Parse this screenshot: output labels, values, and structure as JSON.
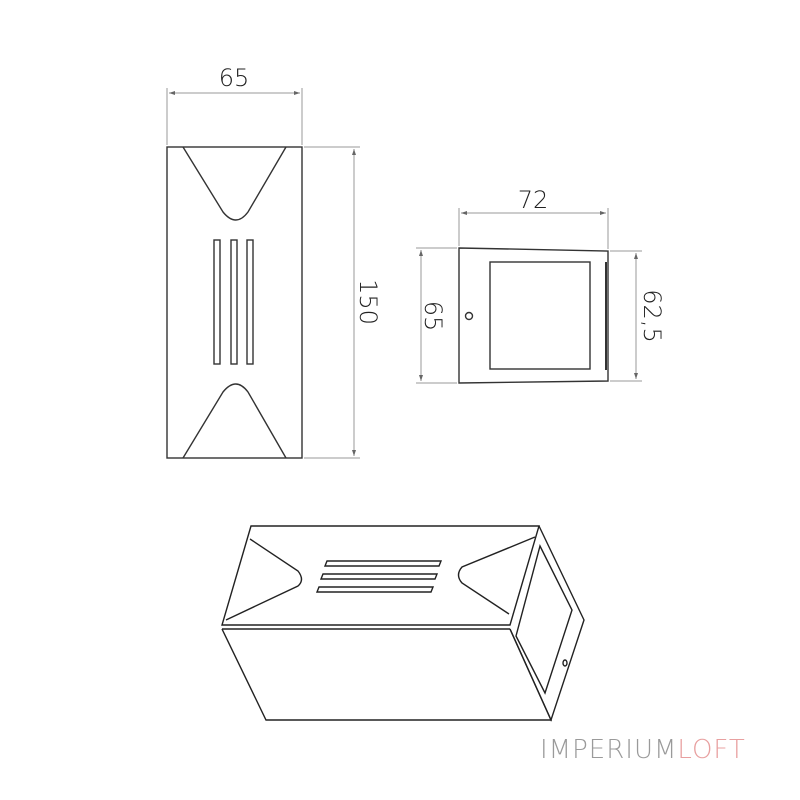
{
  "dimensions": {
    "front_width": "65",
    "front_height": "150",
    "side_width": "72",
    "side_height_left": "65",
    "side_height_right": "62,5"
  },
  "brand": {
    "part1": "IMPERIUM",
    "part2": "LOFT",
    "color1": "#9a9a9a",
    "color2": "#e8a0a0"
  },
  "views": [
    "front-view",
    "side-view",
    "isometric-view"
  ]
}
